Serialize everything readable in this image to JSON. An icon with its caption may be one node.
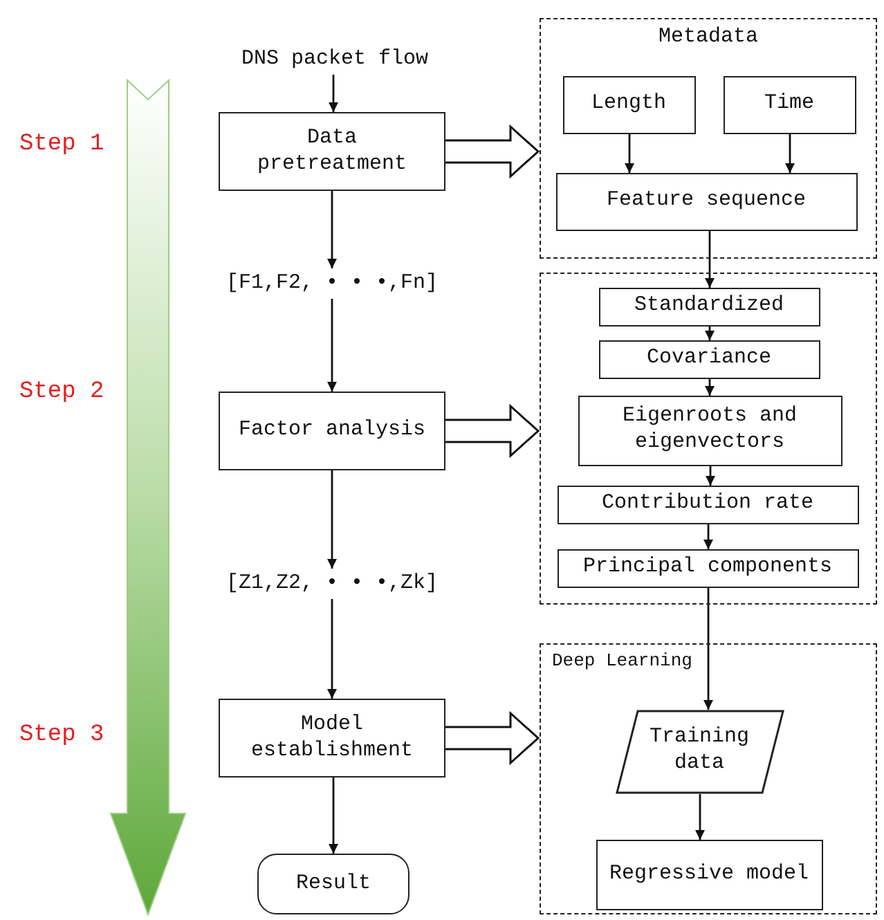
{
  "diagram": {
    "nodes": [
      {
        "text": [
          "DNS packet flow"
        ]
      },
      {
        "text": [
          "Data pretreatment"
        ]
      },
      {
        "text": [
          "[F1,F2, • • •,Fn]"
        ]
      },
      {
        "text": [
          "Factor analysis"
        ]
      },
      {
        "text": [
          "[Z1,Z2, • • •,Zk]"
        ]
      },
      {
        "text": [
          "Model establishment"
        ]
      },
      {
        "text": [
          "Result"
        ]
      },
      {
        "text": [
          "Metadata"
        ]
      },
      {
        "text": [
          "Length"
        ],
        "in": 7
      },
      {
        "text": [
          "Time"
        ],
        "in": 7
      },
      {
        "text": [
          "Feature sequence"
        ],
        "in": 7
      },
      {
        "text": [],
        "shape": "box"
      },
      {
        "text": [
          "Standardized"
        ],
        "in": 11
      },
      {
        "text": [
          "Covariance"
        ],
        "in": 11
      },
      {
        "text": [
          "Eigenroots and eigenvectors"
        ],
        "in": 11
      },
      {
        "text": [
          "Contribution rate"
        ],
        "in": 11
      },
      {
        "text": [
          "Principal components"
        ],
        "in": 11
      },
      {
        "text": [
          "Deep Learning"
        ]
      },
      {
        "text": [
          "Training data"
        ],
        "in": 17
      },
      {
        "text": [
          "Regressive model"
        ],
        "in": 17
      }
    ],
    "edges": [
      {
        "from": 0,
        "to": 1,
        "arrow": "to"
      },
      {
        "from": 1,
        "to": 2,
        "arrow": "to"
      },
      {
        "from": 2,
        "to": 3,
        "arrow": "to"
      },
      {
        "from": 3,
        "to": 4,
        "arrow": "to"
      },
      {
        "from": 4,
        "to": 5,
        "arrow": "to"
      },
      {
        "from": 5,
        "to": 6,
        "arrow": "to"
      },
      {
        "from": 1,
        "to": 7,
        "arrow": "to",
        "style": "thick"
      },
      {
        "from": 3,
        "to": 11,
        "arrow": "to",
        "style": "thick"
      },
      {
        "from": 5,
        "to": 17,
        "arrow": "to",
        "style": "thick"
      },
      {
        "from": 8,
        "to": 10,
        "arrow": "to"
      },
      {
        "from": 9,
        "to": 10,
        "arrow": "to"
      },
      {
        "from": 10,
        "to": 12,
        "arrow": "to"
      },
      {
        "from": 12,
        "to": 13,
        "arrow": "to"
      },
      {
        "from": 13,
        "to": 14,
        "arrow": "to"
      },
      {
        "from": 14,
        "to": 15,
        "arrow": "to"
      },
      {
        "from": 15,
        "to": 16,
        "arrow": "to"
      },
      {
        "from": 16,
        "to": 18,
        "arrow": "to"
      },
      {
        "from": 18,
        "to": 19,
        "arrow": "to"
      }
    ],
    "labels": [
      "Step 1",
      "Step 2",
      "Step 3"
    ]
  }
}
